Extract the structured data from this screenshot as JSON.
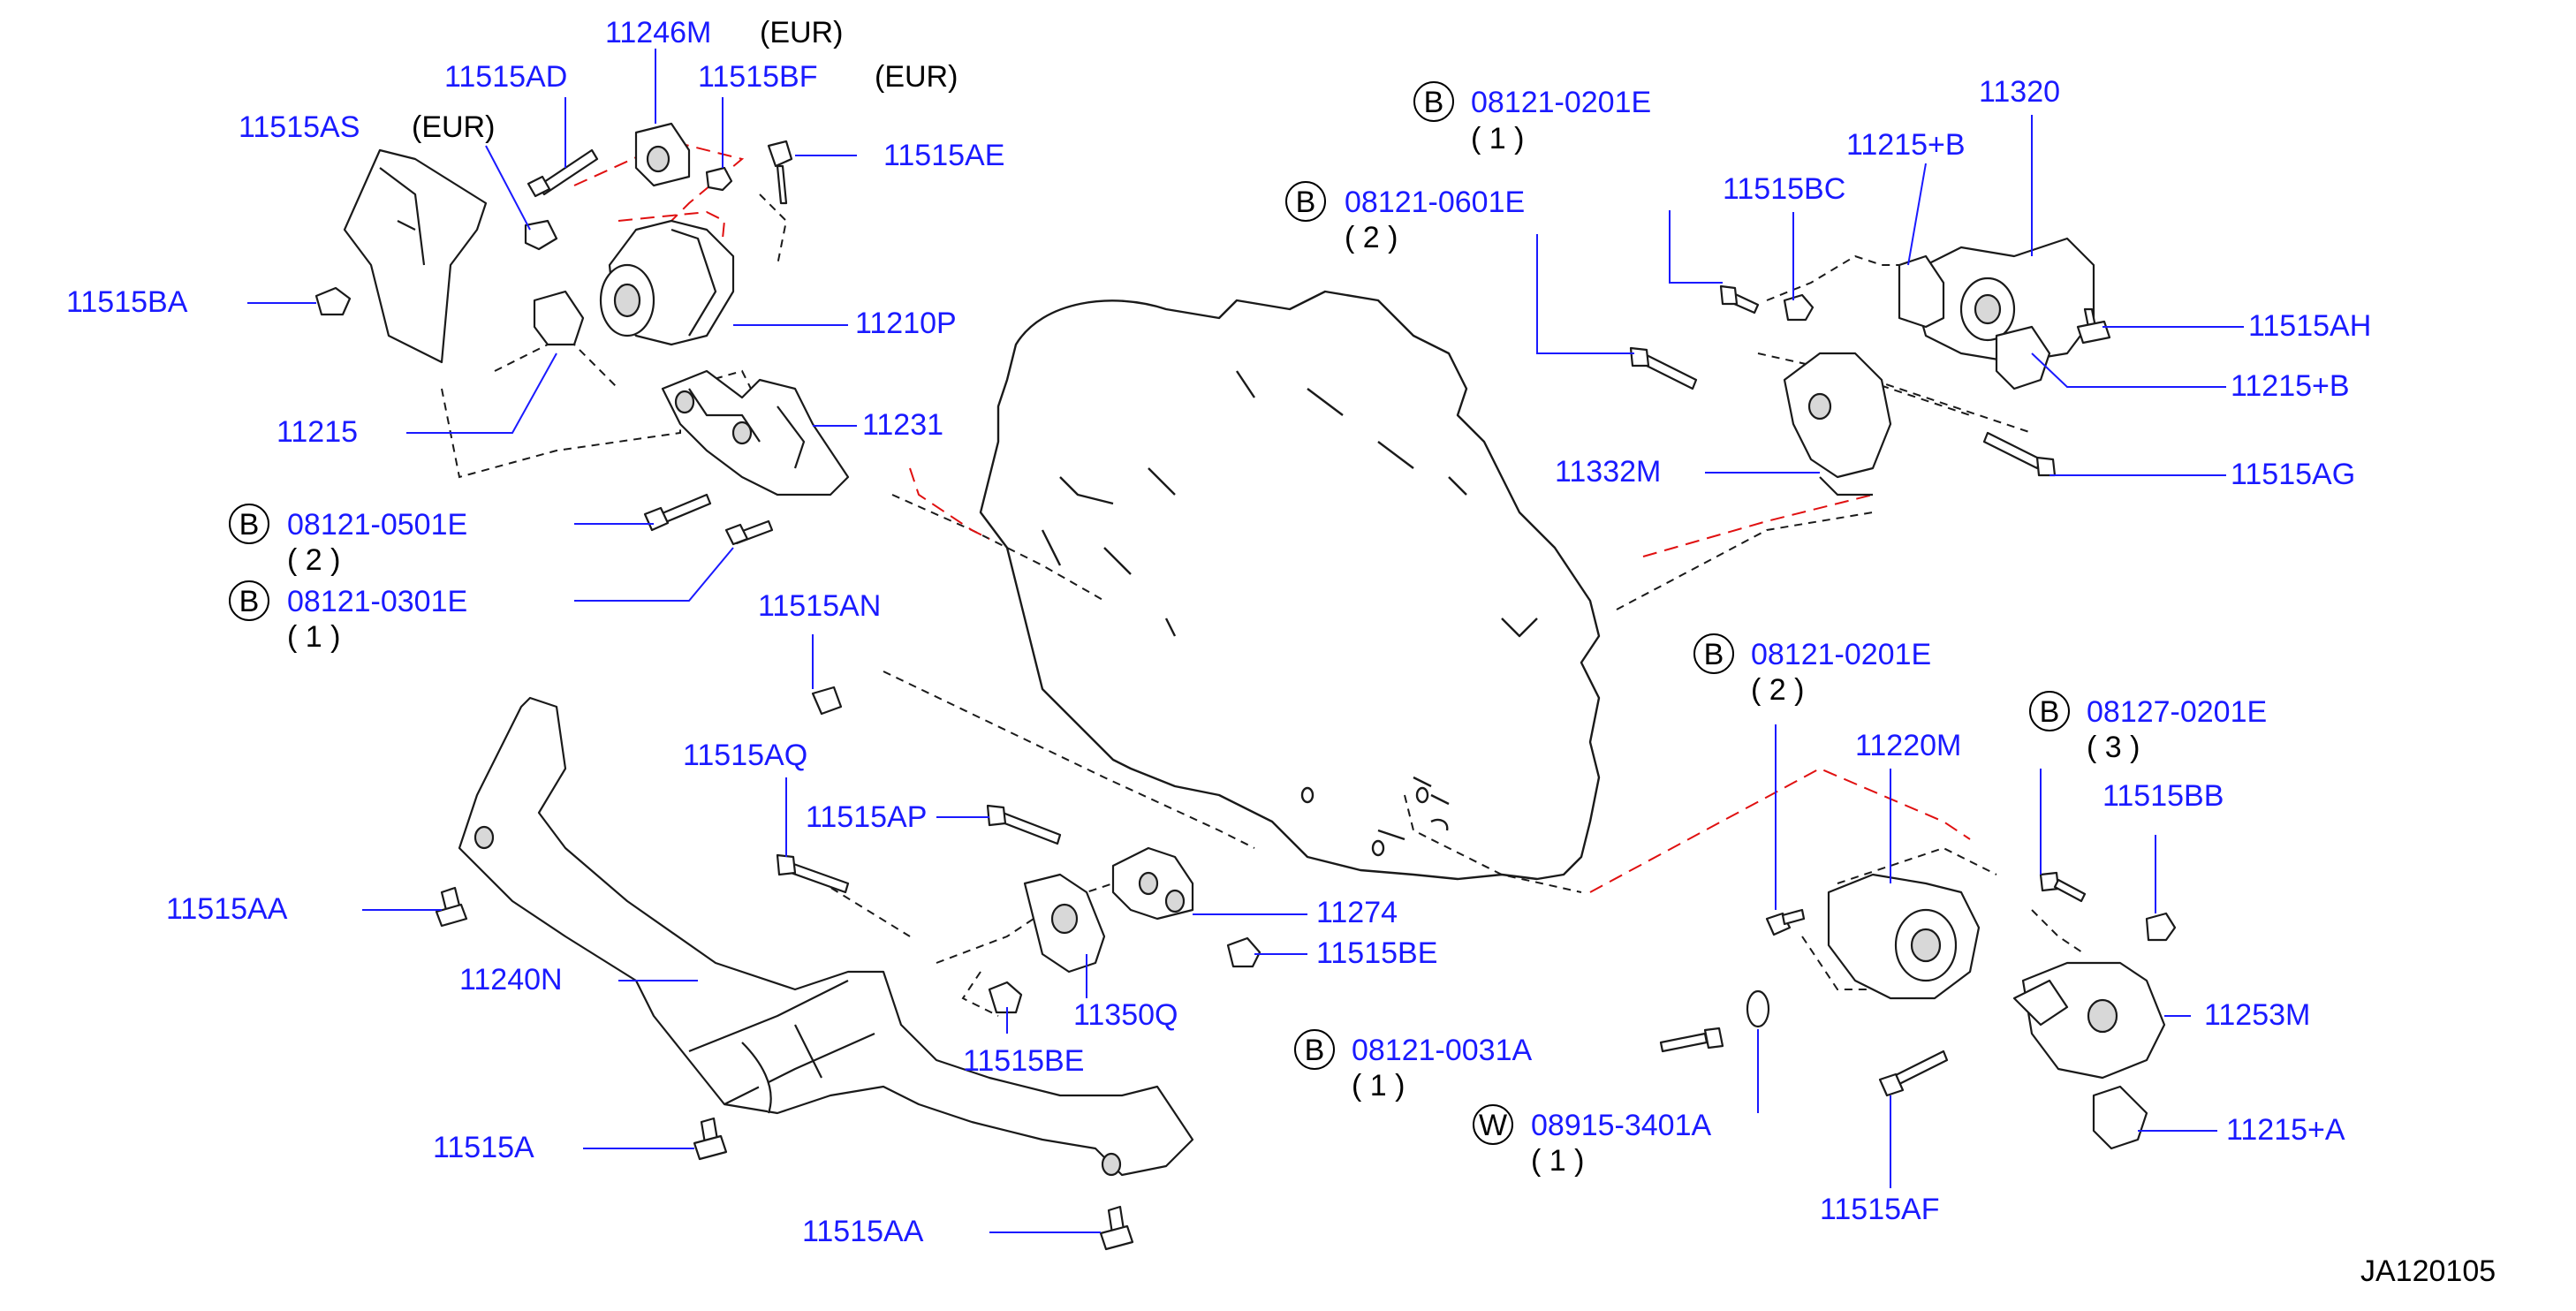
{
  "diagram_code": "JA120105",
  "parts": {
    "p11246M": "11246M",
    "p11246M_note": "(EUR)",
    "p11515AD": "11515AD",
    "p11515BF": "11515BF",
    "p11515BF_note": "(EUR)",
    "p11515AS": "11515AS",
    "p11515AS_note": "(EUR)",
    "p11515AE": "11515AE",
    "p11515BA": "11515BA",
    "p11210P": "11210P",
    "p11215": "11215",
    "p11231": "11231",
    "p11515AN": "11515AN",
    "p11515AQ": "11515AQ",
    "p11515AP": "11515AP",
    "p11515AA_1": "11515AA",
    "p11240N": "11240N",
    "p11274": "11274",
    "p11515BE_1": "11515BE",
    "p11350Q": "11350Q",
    "p11515BE_2": "11515BE",
    "p11515A": "11515A",
    "p11515AA_2": "11515AA",
    "p11320": "11320",
    "p11215B_1": "11215+B",
    "p11515BC": "11515BC",
    "p11515AH": "11515AH",
    "p11215B_2": "11215+B",
    "p11332M": "11332M",
    "p11515AG": "11515AG",
    "p11220M": "11220M",
    "p11515BB": "11515BB",
    "p11253M": "11253M",
    "p11215A": "11215+A",
    "p11515AF": "11515AF"
  },
  "bolts": [
    {
      "symbol": "B",
      "code": "08121-0201E",
      "qty": "( 1 )"
    },
    {
      "symbol": "B",
      "code": "08121-0601E",
      "qty": "( 2 )"
    },
    {
      "symbol": "B",
      "code": "08121-0501E",
      "qty": "( 2 )"
    },
    {
      "symbol": "B",
      "code": "08121-0301E",
      "qty": "( 1 )"
    },
    {
      "symbol": "B",
      "code": "08121-0201E",
      "qty": "( 2 )"
    },
    {
      "symbol": "B",
      "code": "08127-0201E",
      "qty": "( 3 )"
    },
    {
      "symbol": "B",
      "code": "08121-0031A",
      "qty": "( 1 )"
    },
    {
      "symbol": "W",
      "code": "08915-3401A",
      "qty": "( 1 )"
    }
  ],
  "colors": {
    "part_label": "#1a1aff",
    "leader": "#1a1aff",
    "line_art": "#1a1a1a",
    "engine_link": "#e01010"
  }
}
